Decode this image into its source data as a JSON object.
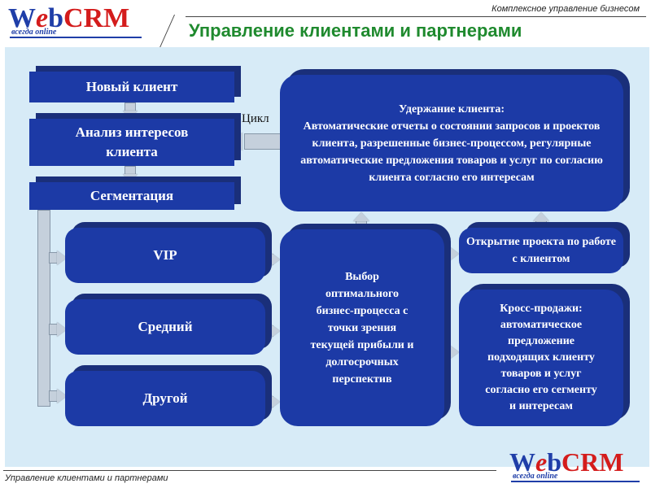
{
  "header": {
    "logo": {
      "w": "W",
      "e": "e",
      "b": "b",
      "crm": "CRM",
      "sub": "всегда online"
    },
    "tagline": "Комплексное управление бизнесом",
    "title": "Управление клиентами и партнерами"
  },
  "diagram": {
    "new_client": "Новый клиент",
    "analysis": "Анализ интересов клиента",
    "cycle_label": "Цикл",
    "segmentation": "Сегментация",
    "retention": "Удержание клиента:\nАвтоматические отчеты о состоянии запросов и проектов клиента, разрешенные бизнес-процессом, регулярные автоматические предложения товаров и услуг по согласию клиента согласно его интересам",
    "segments": [
      "VIP",
      "Средний",
      "Другой"
    ],
    "choice": "Выбор\nоптимального\nбизнес-процесса с\nточки зрения\nтекущей прибыли и\nдолгосрочных\nперспектив",
    "open_project": "Открытие проекта по работе с клиентом",
    "cross_sell": "Кросс-продажи:\nавтоматическое\nпредложение\nподходящих клиенту\nтоваров и услуг\nсогласно его сегменту\nи интересам"
  },
  "footer": {
    "caption": "Управление клиентами и партнерами",
    "logo": {
      "w": "W",
      "e": "e",
      "b": "b",
      "crm": "CRM",
      "sub": "всегда online"
    }
  },
  "colors": {
    "block": "#1c3aa6",
    "block_side": "#1a2f7a",
    "panel": "#d7ebf7",
    "title": "#1f8a2e",
    "logo_red": "#d41c1c",
    "logo_blue": "#1f3ea8"
  }
}
